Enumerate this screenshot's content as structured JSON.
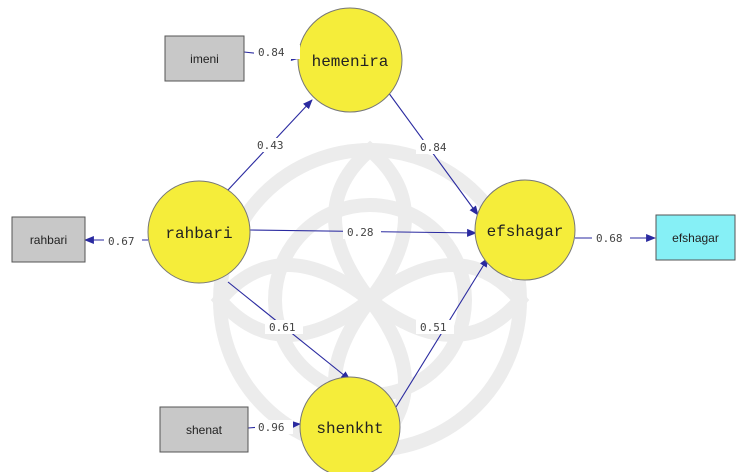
{
  "diagram": {
    "observed": {
      "imeni": {
        "label": "imeni",
        "color": "#c8c8c8"
      },
      "rahbari_obs": {
        "label": "rahbari",
        "color": "#c8c8c8"
      },
      "shenat": {
        "label": "shenat",
        "color": "#c8c8c8"
      },
      "efshagar_obs": {
        "label": "efshagar",
        "color": "#86f0f6"
      }
    },
    "latent": {
      "hemenira": {
        "label": "hemenira",
        "color": "#f5ed3a"
      },
      "rahbari": {
        "label": "rahbari",
        "color": "#f5ed3a"
      },
      "efshagar": {
        "label": "efshagar",
        "color": "#f5ed3a"
      },
      "shenkht": {
        "label": "shenkht",
        "color": "#f5ed3a"
      }
    },
    "coefficients": {
      "imeni_hemenira": "0.84",
      "rahbari_obs": "0.67",
      "shenat_shenkht": "0.96",
      "efshagar_obs": "0.68",
      "rahbari_hemenira": "0.43",
      "rahbari_efshagar": "0.28",
      "rahbari_shenkht": "0.61",
      "hemenira_efshagar": "0.84",
      "shenkht_efshagar": "0.51"
    },
    "edge_color": "#2a2aa0"
  }
}
